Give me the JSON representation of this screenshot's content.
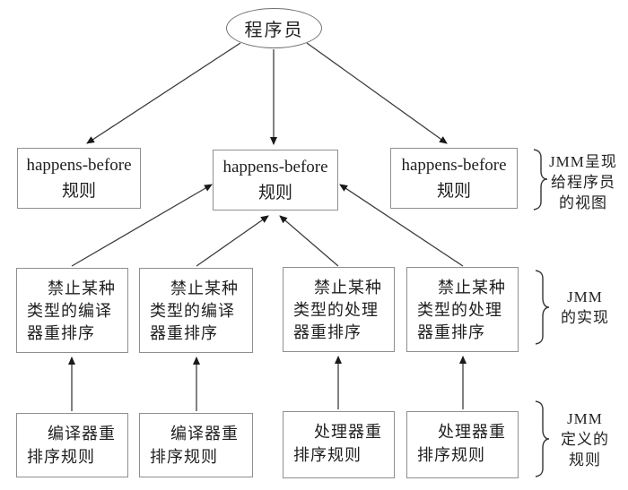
{
  "diagram": {
    "programmer": "程序员",
    "row1": {
      "box1": {
        "line1": "happens-before",
        "line2": "规则"
      },
      "box2": {
        "line1": "happens-before",
        "line2": "规则"
      },
      "box3": {
        "line1": "happens-before",
        "line2": "规则"
      },
      "label": {
        "line1": "JMM呈现",
        "line2": "给程序员",
        "line3": "的视图"
      }
    },
    "row2": {
      "box1": {
        "line1": "禁止某种",
        "line2": "类型的编译",
        "line3": "器重排序"
      },
      "box2": {
        "line1": "禁止某种",
        "line2": "类型的编译",
        "line3": "器重排序"
      },
      "box3": {
        "line1": "禁止某种",
        "line2": "类型的处理",
        "line3": "器重排序"
      },
      "box4": {
        "line1": "禁止某种",
        "line2": "类型的处理",
        "line3": "器重排序"
      },
      "label": {
        "line1": "JMM",
        "line2": "的实现"
      }
    },
    "row3": {
      "box1": {
        "line1": "编译器重",
        "line2": "排序规则"
      },
      "box2": {
        "line1": "编译器重",
        "line2": "排序规则"
      },
      "box3": {
        "line1": "处理器重",
        "line2": "排序规则"
      },
      "box4": {
        "line1": "处理器重",
        "line2": "排序规则"
      },
      "label": {
        "line1": "JMM",
        "line2": "定义的",
        "line3": "规则"
      }
    },
    "colors": {
      "line": "#3d3d3d",
      "arrowhead": "#1a1a1a",
      "box_border": "#8f8f8f",
      "text": "#1f1f1f",
      "background": "#ffffff"
    }
  }
}
